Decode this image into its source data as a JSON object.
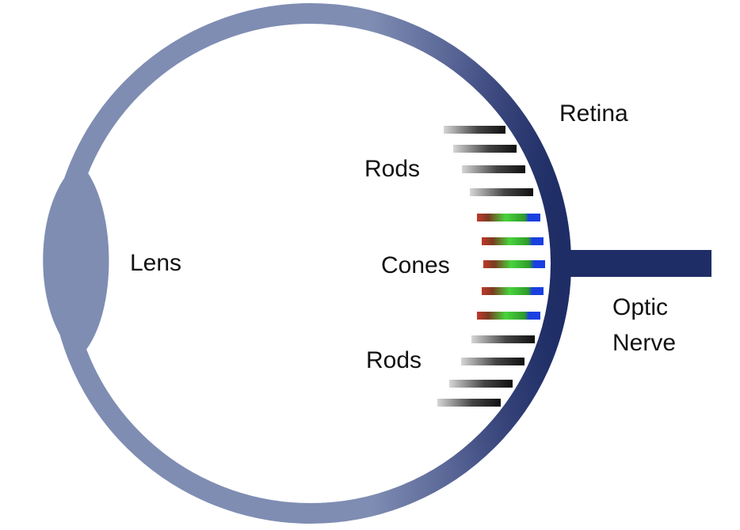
{
  "labels": {
    "retina": "Retina",
    "rods_top": "Rods",
    "cones": "Cones",
    "rods_bottom": "Rods",
    "lens": "Lens",
    "optic_nerve_line1": "Optic",
    "optic_nerve_line2": "Nerve"
  },
  "colors": {
    "eye_light": "#7f8db3",
    "eye_dark": "#1f2d66",
    "rod_dark": "#111111",
    "rod_light": "#cfcfcf",
    "cone_red": "#c0392b",
    "cone_green": "#48d43c",
    "cone_blue": "#1a3fe0",
    "text": "#111111"
  }
}
